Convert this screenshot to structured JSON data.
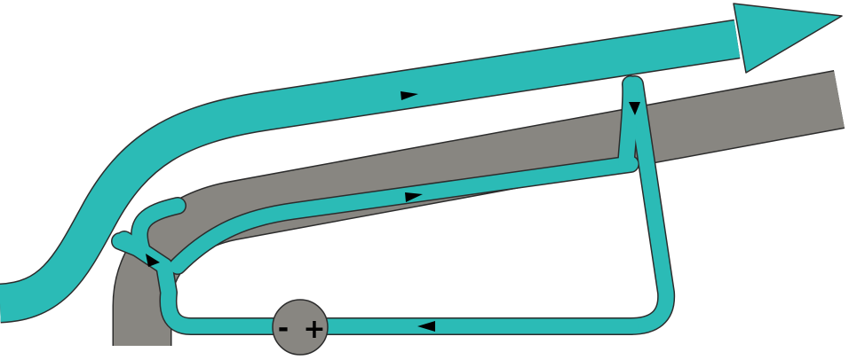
{
  "colors": {
    "background": "#ffffff",
    "stream": "#2bbbb6",
    "conductor": "#888681",
    "outline": "#2c2c2c",
    "battery": "#888681",
    "arrow": "#000000"
  },
  "battery": {
    "negative_label": "-",
    "positive_label": "+"
  },
  "flow_arrows": {
    "count": 5,
    "direction_words": [
      "right",
      "right",
      "down",
      "down-right",
      "left"
    ]
  }
}
